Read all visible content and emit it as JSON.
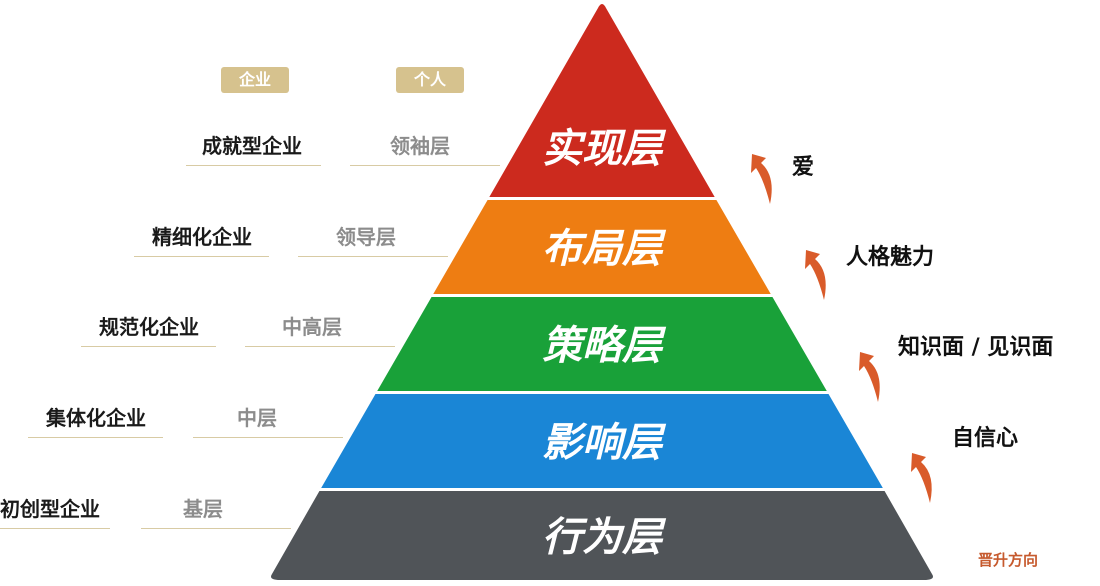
{
  "header": {
    "enterprise_tag": "企业",
    "individual_tag": "个人"
  },
  "tag_color": "#d6c28e",
  "levels": [
    {
      "name": "实现层",
      "enterprise": "成就型企业",
      "individual": "领袖层",
      "color": "#cc2a1e"
    },
    {
      "name": "布局层",
      "enterprise": "精细化企业",
      "individual": "领导层",
      "color": "#ee7d12"
    },
    {
      "name": "策略层",
      "enterprise": "规范化企业",
      "individual": "中高层",
      "color": "#19a139"
    },
    {
      "name": "影响层",
      "enterprise": "集体化企业",
      "individual": "中层",
      "color": "#1a86d6"
    },
    {
      "name": "行为层",
      "enterprise": "初创型企业",
      "individual": "基层",
      "color": "#505458"
    }
  ],
  "traits": [
    "爱",
    "人格魅力",
    "知识面 / 见识面",
    "自信心"
  ],
  "arrow_color": "#d95b2a",
  "direction_label": "晋升方向"
}
